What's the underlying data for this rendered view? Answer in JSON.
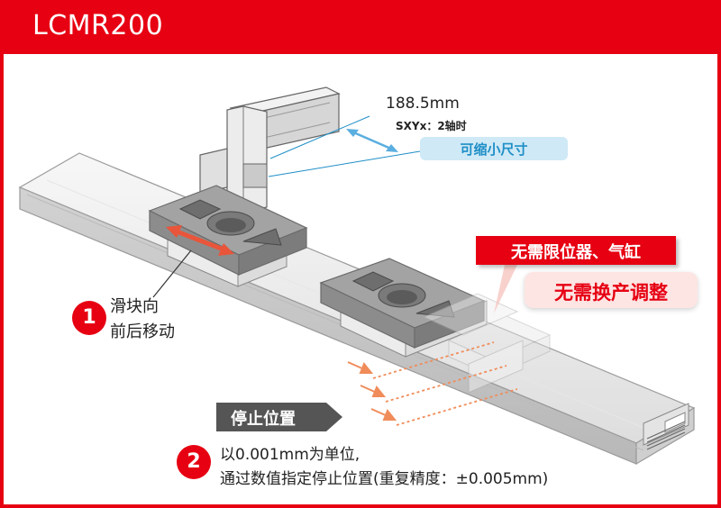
{
  "header": {
    "title": "LCMR200"
  },
  "dimension": {
    "length": "188.5mm",
    "note": "SXYx：2轴时"
  },
  "callouts": {
    "compact": "可缩小尺寸",
    "no_limit": "无需限位器、气缸",
    "no_change": "无需换产调整"
  },
  "feature1": {
    "number": "1",
    "line1": "滑块向",
    "line2": "前后移动"
  },
  "stop_tag": "停止位置",
  "feature2": {
    "number": "2",
    "line1": "以0.001mm为单位,",
    "line2": "通过数值指定停止位置(重复精度：±0.005mm)"
  },
  "colors": {
    "brand_red": "#e60012",
    "accent_blue": "#1f8fc7",
    "light_blue": "#cfe9f6",
    "orange": "#f08c5a",
    "pink": "#fde5e3",
    "dark_gray": "#555555"
  },
  "icons": [
    "double-arrow-icon",
    "dimension-arrow-icon",
    "orange-arrow-icon",
    "triangle-recess-icon",
    "round-recess-icon",
    "square-recess-icon"
  ]
}
